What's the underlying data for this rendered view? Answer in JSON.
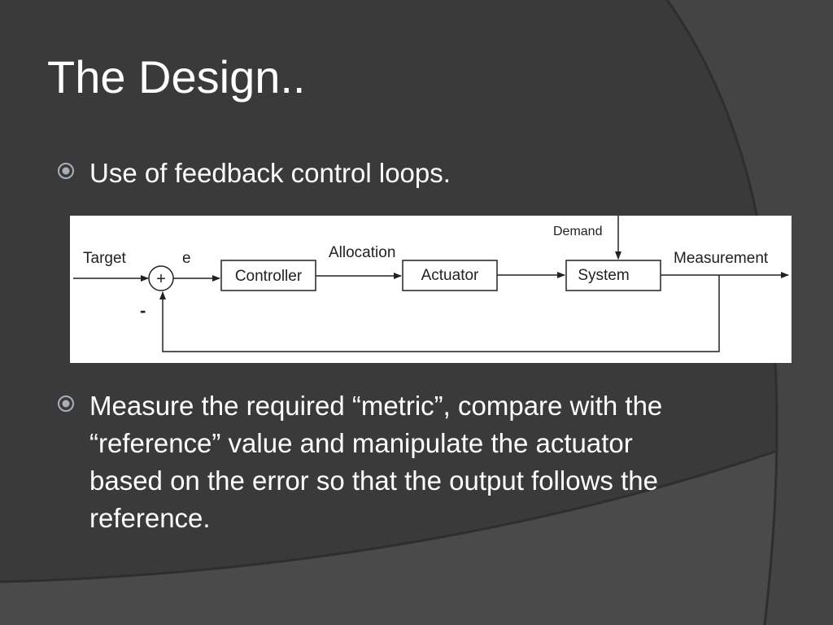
{
  "slide": {
    "title": "The Design..",
    "bullets": [
      {
        "text": "Use of feedback control loops."
      },
      {
        "text": "Measure the required “metric”, compare with the “reference” value and manipulate the actuator based on the error so that the output follows the reference."
      }
    ]
  },
  "diagram": {
    "labels": {
      "target": "Target",
      "error": "e",
      "allocation": "Allocation",
      "demand": "Demand",
      "measurement": "Measurement",
      "minus_sign": "-",
      "sum_symbol": "+"
    },
    "blocks": {
      "controller": "Controller",
      "actuator": "Actuator",
      "system": "System"
    }
  },
  "colors": {
    "background": "#3a3a3a",
    "text": "#ffffff",
    "bullet_icon": "#a8b0b8",
    "diagram_bg": "#ffffff",
    "diagram_ink": "#222222"
  }
}
